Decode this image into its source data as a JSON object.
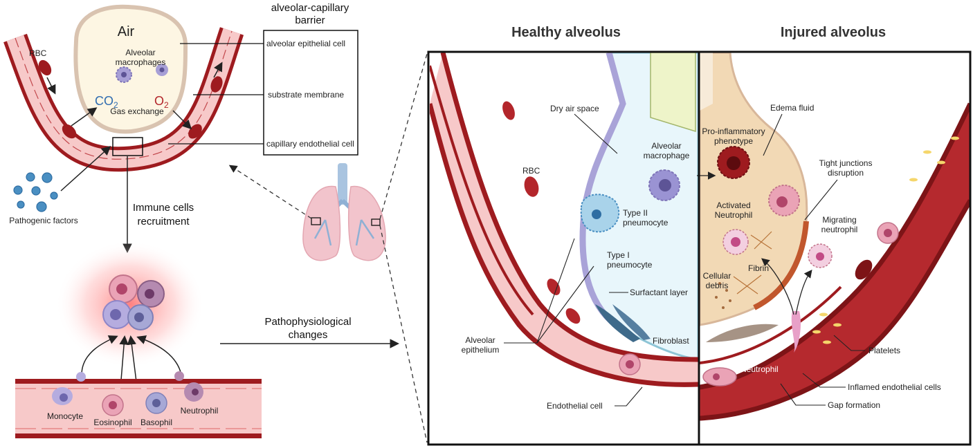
{
  "titles": {
    "barrier_line1": "alveolar-capillary",
    "barrier_line2": "barrier",
    "healthy": "Healthy alveolus",
    "injured": "Injured alveolus"
  },
  "left_panel": {
    "air": "Air",
    "rbc": "RBC",
    "macrophages_line1": "Alveolar",
    "macrophages_line2": "macrophages",
    "co2": "CO",
    "co2_sub": "2",
    "o2": "O",
    "o2_sub": "2",
    "gas_exchange": "Gas exchange",
    "pathogenic": "Pathogenic factors",
    "recruit_line1": "Immune cells",
    "recruit_line2": "recruitment",
    "patho_line1": "Pathophysiological",
    "patho_line2": "changes"
  },
  "barrier_box": {
    "items": [
      "alveolar epithelial cell",
      "substrate membrane",
      "capillary endothelial cell"
    ]
  },
  "immune_cells": [
    "Monocyte",
    "Eosinophil",
    "Basophil",
    "Neutrophil"
  ],
  "healthy_labels": {
    "dry_air": "Dry air space",
    "rbc": "RBC",
    "macrophage_line1": "Alveolar",
    "macrophage_line2": "macrophage",
    "type2_line1": "Type II",
    "type2_line2": "pneumocyte",
    "type1_line1": "Type I",
    "type1_line2": "pneumocyte",
    "surfactant": "Surfactant layer",
    "fibroblast": "Fibroblast",
    "epithelium_line1": "Alveolar",
    "epithelium_line2": "epithelium",
    "endothelial": "Endothelial cell"
  },
  "injured_labels": {
    "edema": "Edema fluid",
    "proinf_line1": "Pro-inflammatory",
    "proinf_line2": "phenotype",
    "tight_line1": "Tight junctions",
    "tight_line2": "disruption",
    "activated_line1": "Activated",
    "activated_line2": "Neutrophil",
    "migrating_line1": "Migrating",
    "migrating_line2": "neutrophil",
    "debris_line1": "Cellular",
    "debris_line2": "debris",
    "fibrin": "Fibrin",
    "platelets": "Platelets",
    "neutrophil": "Neutrophil",
    "inflamed": "Inflamed endothelial cells",
    "gap": "Gap formation"
  },
  "colors": {
    "vessel_dark": "#9e1b1f",
    "vessel_light": "#f7c9c9",
    "alveolus_fill": "#fdf6e3",
    "healthy_space": "#e8f6fb",
    "injured_space": "#f2d9b5",
    "cell_purple": "#8e86c8",
    "cell_pink": "#e8a0b8"
  }
}
